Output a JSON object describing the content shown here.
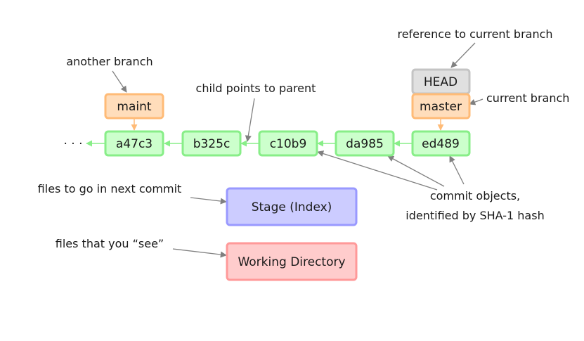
{
  "colors": {
    "commit_fill": "#ccffcc",
    "commit_stroke": "#88ee88",
    "branch_fill": "#ffddbb",
    "branch_stroke": "#ffbb77",
    "head_fill": "#e0e0e0",
    "head_stroke": "#c4c4c4",
    "stage_fill": "#ccccff",
    "stage_stroke": "#9999ff",
    "workdir_fill": "#ffcccc",
    "workdir_stroke": "#ff9999",
    "annotation_arrow": "#808080"
  },
  "commits": {
    "ellipsis": "· · ·",
    "c1": "a47c3",
    "c2": "b325c",
    "c3": "c10b9",
    "c4": "da985",
    "c5": "ed489"
  },
  "refs": {
    "head": "HEAD",
    "master": "master",
    "maint": "maint"
  },
  "areas": {
    "stage": "Stage (Index)",
    "workdir": "Working Directory"
  },
  "annotations": {
    "another_branch": "another branch",
    "child_points": "child points to parent",
    "reference_current": "reference to current branch",
    "current_branch": "current branch",
    "commit_objects_1": "commit objects,",
    "commit_objects_2": "identified by SHA-1 hash",
    "next_commit": "files to go in next commit",
    "you_see": "files that you “see”"
  }
}
